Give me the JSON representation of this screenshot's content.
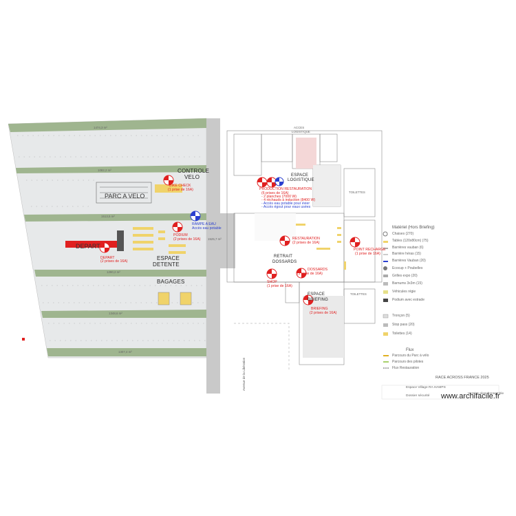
{
  "site_plan": {
    "zone_labels": {
      "controle_velo": [
        "CONTROLE",
        "VELO"
      ],
      "parc_a_velo": "PARC A VELO",
      "depart": "DEPART",
      "espace_detente": [
        "ESPACE",
        "DETENTE"
      ],
      "bagages": "BAGAGES",
      "espace_logistique": [
        "ESPACE",
        "LOGISTIQUE"
      ],
      "acces_logistique": [
        "ACCES",
        "LOGISTIQUE"
      ],
      "retrait_dossards": [
        "RETRAIT",
        "DOSSARDS"
      ],
      "espace_briefing": [
        "ESPACE",
        "BRIEFING"
      ],
      "toilettes_top": "TOILETTES",
      "toilettes_bottom": "TOILETTES"
    },
    "area_labels": [
      "1474,3 m²",
      "1082,2 m²",
      "1513,5 m²",
      "1525,7 m²",
      "1290,2 m²",
      "1348,6 m²",
      "1307,4 m²"
    ],
    "power_points": {
      "bike_check": [
        "BIKE CHECK",
        "(1 prise de 16A)"
      ],
      "production_restauration": [
        "PRODUCTION RESTAURATION",
        "(6 prises de 16A)",
        "- 2 planches (7000 W)",
        "- 4 réchauds à induction (8400 W)",
        "- Accès eau potable pour évier",
        "- Accès égout pour eaux usées"
      ],
      "podium": [
        "PODIUM",
        "(2 prises de 16A)"
      ],
      "depart": [
        "DEPART",
        "(2 prises de 16A)"
      ],
      "restauration": [
        "RESTAURATION",
        "(2 prises de 16A)"
      ],
      "point_recharge": [
        "POINT RECHARGE",
        "(1 prise de 16A)"
      ],
      "dossards": [
        "DOSSARDS",
        "(1 prise de 16A)"
      ],
      "shop": [
        "SHOP",
        "(1 prise de 16A)"
      ],
      "briefing": [
        "BRIEFING",
        "(2 prises de 16A)"
      ]
    },
    "water_point": [
      "RAMPE A EAU",
      "Accès eau potable"
    ],
    "road_label": "Avenue de la Libération"
  },
  "legend": {
    "title": "Matériel (Hors Briefing)",
    "items": [
      "Chaises (270)",
      "Tables (120x80cm) (75)",
      "Barrières vauban (6)",
      "Barrière héras (15)",
      "Barrières Vauban (20)",
      "Ecocup + Poubelles",
      "Grilles expo (20)",
      "Barnums 3x3m (15)",
      "Véhicules régie",
      "Podium avec estrade",
      "Tronçon (5)",
      "Stop pass (20)",
      "Toilettes (14)"
    ],
    "flux_title": "Flux",
    "flux_items": [
      "Parcours du Parc à vélo",
      "Parcours des pilotes",
      "Flux Restauration"
    ]
  },
  "title_block": {
    "title": "RACE ACROSS FRANCE 2025",
    "subtitle": "Espace Village RA HAMPS",
    "line3": "Dossier sécurité",
    "line3b": "Version plan d'ensemble"
  },
  "watermark": "www.archifacile.fr",
  "colors": {
    "grass": "#9fb58f",
    "asphalt": "#e7e9ea",
    "road": "#c9c9c9",
    "marker_red": "#e02020",
    "marker_blue": "#2a3fcf",
    "table_yellow": "#f0d36a"
  }
}
